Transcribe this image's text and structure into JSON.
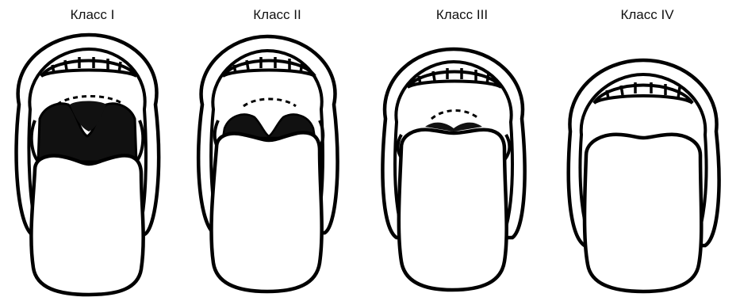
{
  "panels": [
    {
      "label": "Класс I"
    },
    {
      "label": "Класс II"
    },
    {
      "label": "Класс III"
    },
    {
      "label": "Класс IV"
    }
  ],
  "colors": {
    "line": "#000000",
    "fill": "#ffffff",
    "dark": "#111111"
  }
}
